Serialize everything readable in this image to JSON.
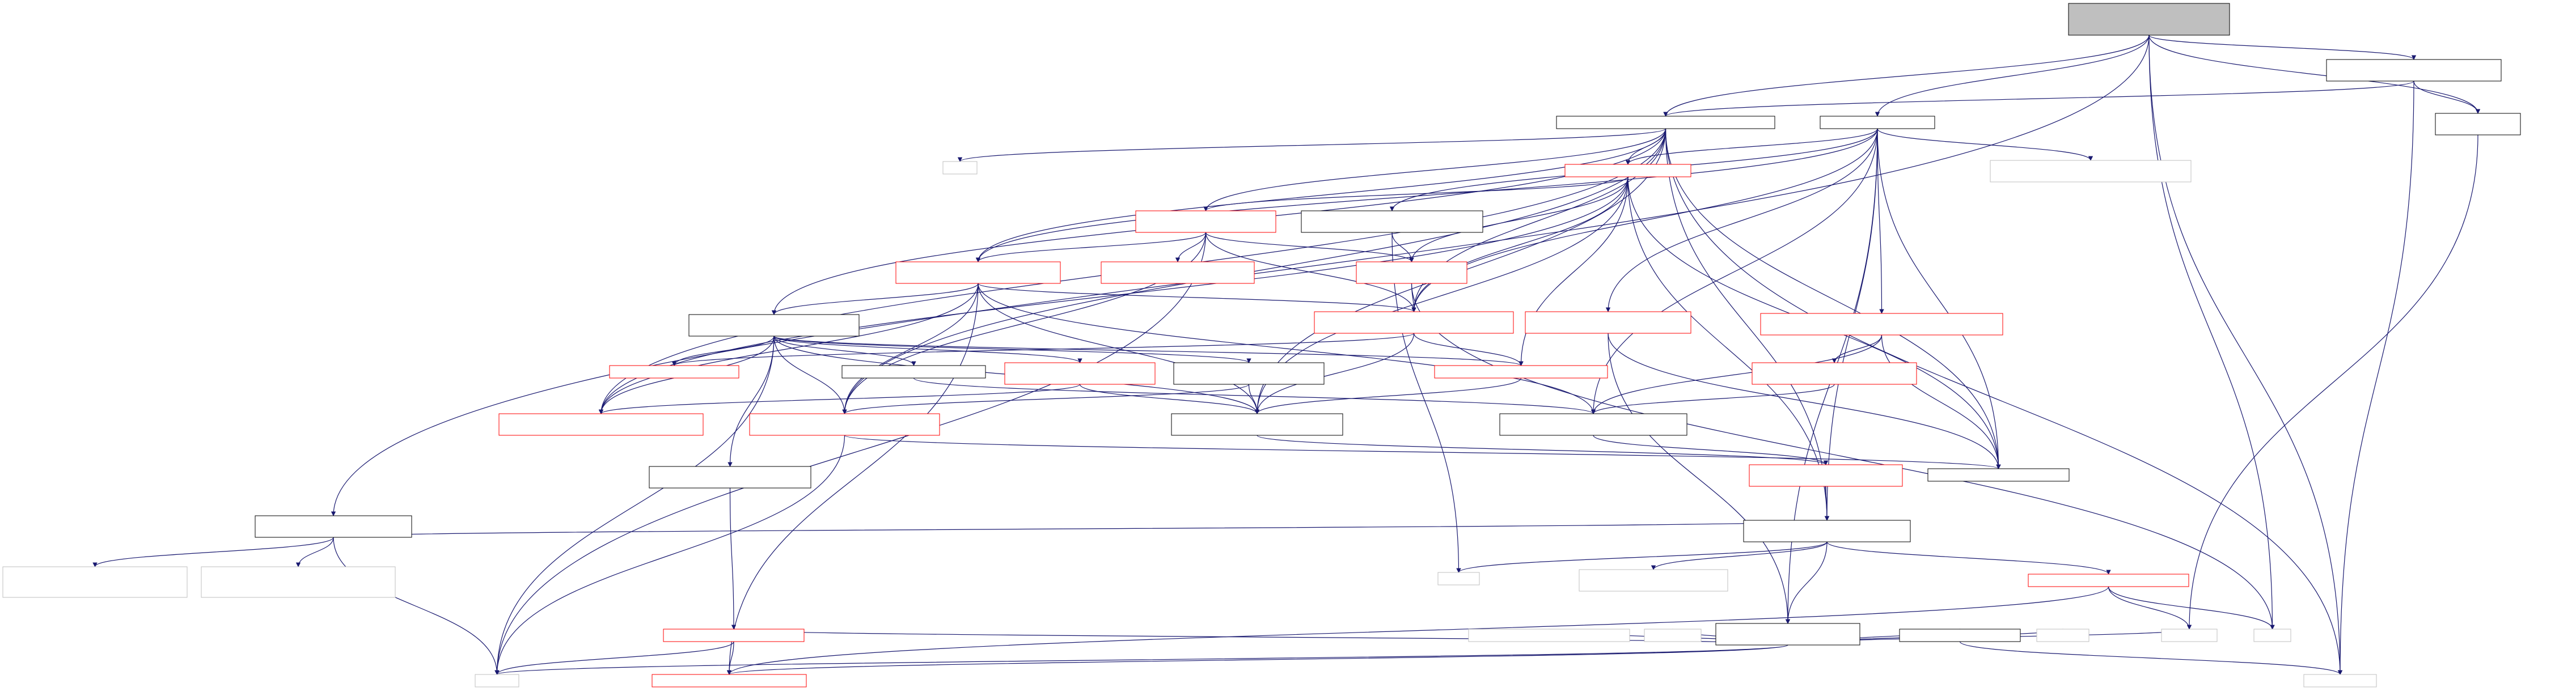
{
  "colors": {
    "edge": "#191970",
    "root_fill": "#bfbfbf",
    "border_black": "#000000",
    "border_red": "#ff0000",
    "border_gray": "#bfbfbf"
  },
  "nodes": {
    "root": {
      "label": [
        "",
        "",
        ""
      ],
      "style": "root"
    },
    "n_top_right": {
      "label": [
        "",
        ""
      ],
      "style": "black"
    },
    "n_right": {
      "label": [
        "",
        ""
      ],
      "style": "black"
    },
    "n_main_a": {
      "label": [
        ""
      ],
      "style": "black"
    },
    "n_main_b": {
      "label": [
        ""
      ],
      "style": "black"
    },
    "n_left_mid": {
      "label": [
        "",
        ""
      ],
      "style": "black"
    },
    "n_small1": {
      "label": [
        ""
      ],
      "style": "gray"
    },
    "n_red_top": {
      "label": [
        ""
      ],
      "style": "red"
    },
    "n_gray_top_right": {
      "label": [
        "",
        ""
      ],
      "style": "gray"
    },
    "n_red_a": {
      "label": [
        "",
        ""
      ],
      "style": "red"
    },
    "n_black_c": {
      "label": [
        "",
        ""
      ],
      "style": "black"
    },
    "n_red_b": {
      "label": [
        "",
        ""
      ],
      "style": "red"
    },
    "n_red_c": {
      "label": [
        "",
        ""
      ],
      "style": "red"
    },
    "n_red_d": {
      "label": [
        "",
        ""
      ],
      "style": "red"
    },
    "n_red_e": {
      "label": [
        "",
        ""
      ],
      "style": "red"
    },
    "n_red_f": {
      "label": [
        "",
        ""
      ],
      "style": "red"
    },
    "n_red_g": {
      "label": [
        "",
        ""
      ],
      "style": "red"
    },
    "n_black_d": {
      "label": [
        "",
        ""
      ],
      "style": "black"
    },
    "n_red_h": {
      "label": [
        ""
      ],
      "style": "red"
    },
    "n_black_e": {
      "label": [
        ""
      ],
      "style": "black"
    },
    "n_red_i": {
      "label": [
        "",
        ""
      ],
      "style": "red"
    },
    "n_black_f": {
      "label": [
        "",
        ""
      ],
      "style": "black"
    },
    "n_red_j": {
      "label": [
        ""
      ],
      "style": "red"
    },
    "n_red_k": {
      "label": [
        "",
        ""
      ],
      "style": "red"
    },
    "n_red_l": {
      "label": [
        "",
        ""
      ],
      "style": "red"
    },
    "n_red_m": {
      "label": [
        "",
        ""
      ],
      "style": "red"
    },
    "n_black_g": {
      "label": [
        "",
        ""
      ],
      "style": "black"
    },
    "n_black_h": {
      "label": [
        "",
        ""
      ],
      "style": "black"
    },
    "n_red_n": {
      "label": [
        "",
        ""
      ],
      "style": "red"
    },
    "n_black_i": {
      "label": [
        ""
      ],
      "style": "black"
    },
    "n_black_j": {
      "label": [
        "",
        ""
      ],
      "style": "black"
    },
    "n_gray_k": {
      "label": [
        ""
      ],
      "style": "gray"
    },
    "n_gray_l": {
      "label": [
        "",
        ""
      ],
      "style": "gray"
    },
    "n_black_k": {
      "label": [
        "",
        ""
      ],
      "style": "black"
    },
    "n_red_o": {
      "label": [
        ""
      ],
      "style": "red"
    },
    "n_red_p": {
      "label": [
        ""
      ],
      "style": "red"
    },
    "n_gray_m": {
      "label": [
        ""
      ],
      "style": "gray"
    },
    "n_gray_n": {
      "label": [
        ""
      ],
      "style": "gray"
    },
    "n_black_l": {
      "label": [
        "",
        ""
      ],
      "style": "black"
    },
    "n_black_m": {
      "label": [
        ""
      ],
      "style": "black"
    },
    "n_gray_o": {
      "label": [
        ""
      ],
      "style": "gray"
    },
    "n_gray_p": {
      "label": [
        ""
      ],
      "style": "gray"
    },
    "n_gray_q": {
      "label": [
        ""
      ],
      "style": "gray"
    },
    "n_gray_r": {
      "label": [
        ""
      ],
      "style": "gray"
    },
    "n_red_q": {
      "label": [
        ""
      ],
      "style": "red"
    },
    "n_gray_s": {
      "label": [
        "",
        "",
        ""
      ],
      "style": "gray"
    },
    "n_gray_t": {
      "label": [
        "",
        "",
        ""
      ],
      "style": "gray"
    },
    "n_gray_u": {
      "label": [
        ""
      ],
      "style": "gray"
    }
  }
}
